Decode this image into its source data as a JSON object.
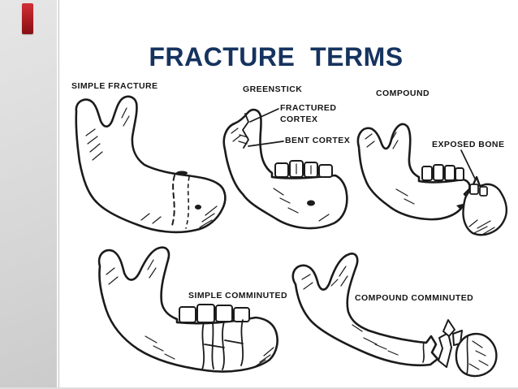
{
  "title": "FRACTURE  TERMS",
  "figures": {
    "simple_fracture": {
      "label": "SIMPLE FRACTURE"
    },
    "greenstick": {
      "label": "GREENSTICK",
      "annotations": {
        "fractured_cortex": [
          "FRACTURED",
          "CORTEX"
        ],
        "bent_cortex": "BENT CORTEX"
      }
    },
    "compound": {
      "label": "COMPOUND",
      "annotations": {
        "exposed_bone": "EXPOSED BONE"
      }
    },
    "simple_comminuted": {
      "label": "SIMPLE COMMINUTED"
    },
    "compound_comminuted": {
      "label": "COMPOUND COMMINUTED"
    }
  },
  "colors": {
    "title_color": "#16335f",
    "accent_bar": "#b11e24",
    "ink": "#151515",
    "sidebar": "#d6d6d6",
    "background": "#ffffff"
  }
}
